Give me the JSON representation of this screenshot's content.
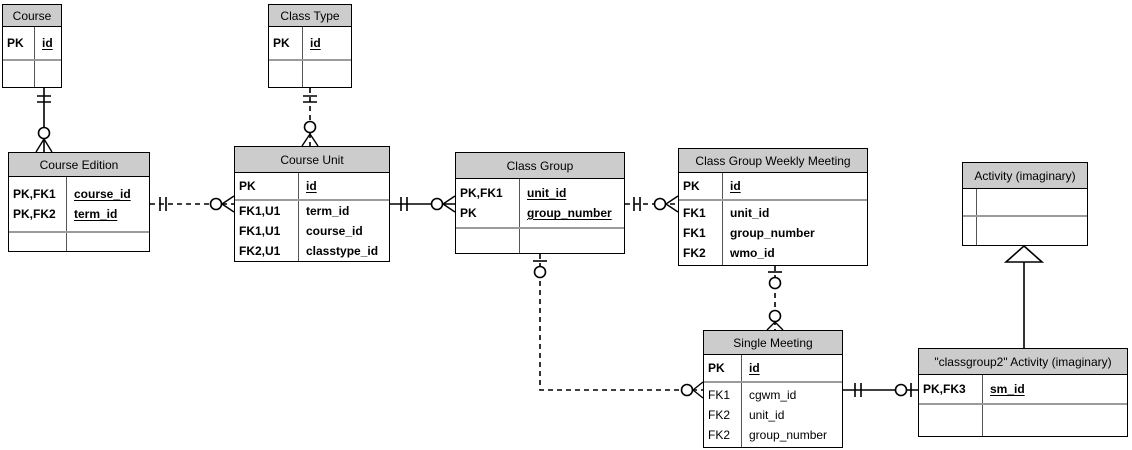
{
  "diagram": {
    "kind": "entity-relationship-diagram",
    "notation": "crow's foot (IDEF1X / Visio style)",
    "colors": {
      "header_fill": "#cccccc",
      "border": "#000000",
      "section_divider": "#9b9b9b",
      "background": "#ffffff",
      "text": "#000000"
    }
  },
  "entities": [
    {
      "name": "Course",
      "sections": [
        {
          "rows": [
            {
              "key": "PK",
              "field": "id"
            }
          ]
        },
        {
          "rows": []
        }
      ]
    },
    {
      "name": "Class Type",
      "sections": [
        {
          "rows": [
            {
              "key": "PK",
              "field": "id"
            }
          ]
        },
        {
          "rows": []
        }
      ]
    },
    {
      "name": "Course Edition",
      "sections": [
        {
          "rows": [
            {
              "key": "PK,FK1",
              "field": "course_id"
            },
            {
              "key": "PK,FK2",
              "field": "term_id"
            }
          ]
        },
        {
          "rows": []
        }
      ]
    },
    {
      "name": "Course Unit",
      "sections": [
        {
          "rows": [
            {
              "key": "PK",
              "field": "id"
            }
          ]
        },
        {
          "rows": [
            {
              "key": "FK1,U1",
              "field": "term_id"
            },
            {
              "key": "FK1,U1",
              "field": "course_id"
            },
            {
              "key": "FK2,U1",
              "field": "classtype_id"
            }
          ]
        }
      ]
    },
    {
      "name": "Class Group",
      "sections": [
        {
          "rows": [
            {
              "key": "PK,FK1",
              "field": "unit_id"
            },
            {
              "key": "PK",
              "field": "group_number"
            }
          ]
        },
        {
          "rows": []
        }
      ]
    },
    {
      "name": "Class Group Weekly Meeting",
      "sections": [
        {
          "rows": [
            {
              "key": "PK",
              "field": "id"
            }
          ]
        },
        {
          "rows": [
            {
              "key": "FK1",
              "field": "unit_id"
            },
            {
              "key": "FK1",
              "field": "group_number"
            },
            {
              "key": "FK2",
              "field": "wmo_id"
            }
          ]
        }
      ]
    },
    {
      "name": "Activity (imaginary)",
      "sections": [
        {
          "rows": []
        },
        {
          "rows": []
        }
      ]
    },
    {
      "name": "Single Meeting",
      "sections": [
        {
          "rows": [
            {
              "key": "PK",
              "field": "id"
            }
          ]
        },
        {
          "rows": [
            {
              "key": "FK1",
              "field": "cgwm_id"
            },
            {
              "key": "FK2",
              "field": "unit_id"
            },
            {
              "key": "FK2",
              "field": "group_number"
            }
          ]
        }
      ]
    },
    {
      "name": "\"classgroup2\" Activity (imaginary)",
      "sections": [
        {
          "rows": [
            {
              "key": "PK,FK3",
              "field": "sm_id"
            }
          ]
        },
        {
          "rows": []
        }
      ]
    }
  ],
  "relationships": [
    {
      "from": "Course",
      "to": "Course Edition",
      "from_cardinality": "exactly-one",
      "to_cardinality": "zero-or-many",
      "line": "solid"
    },
    {
      "from": "Class Type",
      "to": "Course Unit",
      "from_cardinality": "exactly-one",
      "to_cardinality": "zero-or-many",
      "line": "dashed"
    },
    {
      "from": "Course Edition",
      "to": "Course Unit",
      "from_cardinality": "exactly-one",
      "to_cardinality": "zero-or-many",
      "line": "dashed"
    },
    {
      "from": "Course Unit",
      "to": "Class Group",
      "from_cardinality": "exactly-one",
      "to_cardinality": "zero-or-many",
      "line": "solid"
    },
    {
      "from": "Class Group",
      "to": "Class Group Weekly Meeting",
      "from_cardinality": "exactly-one",
      "to_cardinality": "zero-or-many",
      "line": "dashed"
    },
    {
      "from": "Class Group",
      "to": "Single Meeting",
      "from_cardinality": "zero-or-one",
      "to_cardinality": "zero-or-many",
      "line": "dashed"
    },
    {
      "from": "Class Group Weekly Meeting",
      "to": "Single Meeting",
      "from_cardinality": "zero-or-one",
      "to_cardinality": "zero-or-many",
      "line": "dashed"
    },
    {
      "from": "Single Meeting",
      "to": "\"classgroup2\" Activity (imaginary)",
      "from_cardinality": "exactly-one",
      "to_cardinality": "zero-or-one",
      "line": "solid"
    },
    {
      "from": "\"classgroup2\" Activity (imaginary)",
      "to": "Activity (imaginary)",
      "type": "generalization",
      "line": "solid"
    }
  ]
}
